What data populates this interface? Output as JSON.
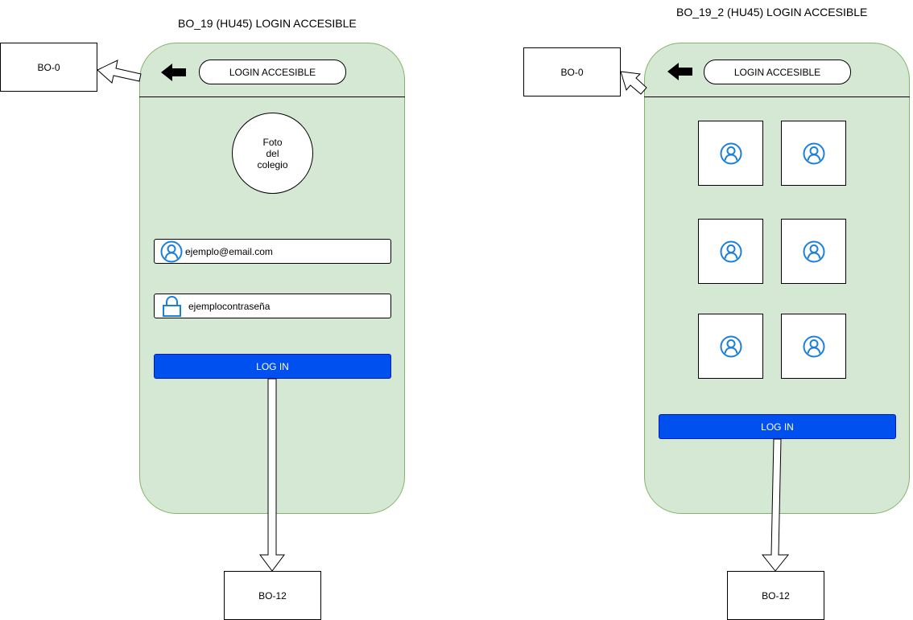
{
  "left": {
    "title": "BO_19 (HU45) LOGIN ACCESIBLE",
    "header_label": "LOGIN ACCESIBLE",
    "nav_box": "BO-0",
    "photo_line1": "Foto",
    "photo_line2": "del",
    "photo_line3": "colegio",
    "email_value": "ejemplo@email.com",
    "password_value": "ejemplocontraseña",
    "login_label": "LOG IN",
    "target_box": "BO-12"
  },
  "right": {
    "title": "BO_19_2 (HU45) LOGIN ACCESIBLE",
    "header_label": "LOGIN ACCESIBLE",
    "nav_box": "BO-0",
    "login_label": "LOG IN",
    "target_box": "BO-12"
  },
  "colors": {
    "phone_fill": "#d5e8d4",
    "phone_border": "#82b366",
    "button_blue": "#0050ef",
    "icon_blue": "#1b80d8"
  },
  "icons": [
    "back-arrow-icon",
    "user-icon",
    "lock-icon"
  ]
}
